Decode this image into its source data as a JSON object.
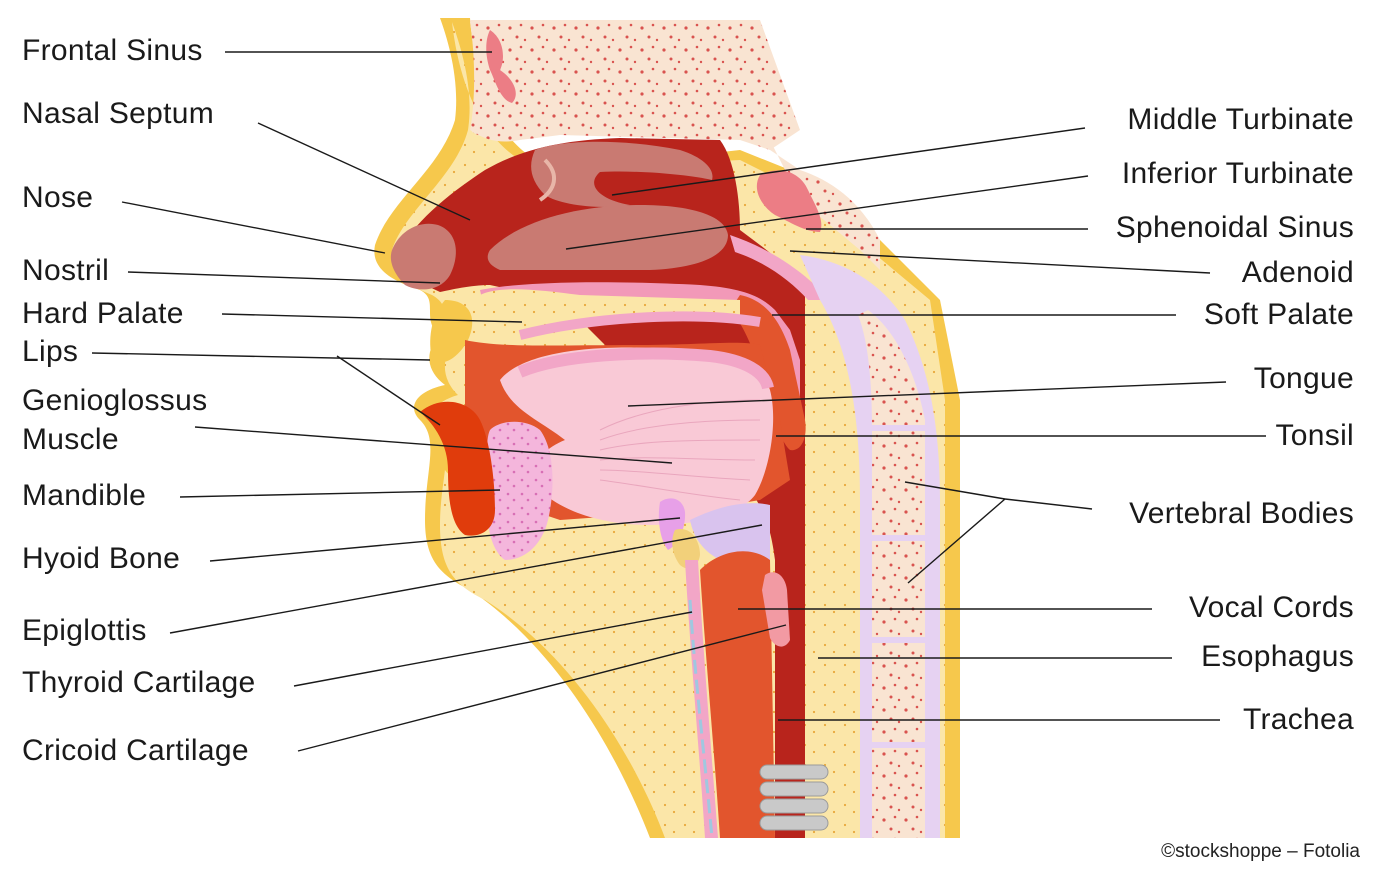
{
  "labels_left": {
    "frontal_sinus": "Frontal Sinus",
    "nasal_septum": "Nasal Septum",
    "nose": "Nose",
    "nostril": "Nostril",
    "hard_palate": "Hard Palate",
    "lips": "Lips",
    "genioglossus_1": "Genioglossus",
    "genioglossus_2": "Muscle",
    "mandible": "Mandible",
    "hyoid_bone": "Hyoid Bone",
    "epiglottis": "Epiglottis",
    "thyroid_cartilage": "Thyroid Cartilage",
    "cricoid_cartilage": "Cricoid Cartilage"
  },
  "labels_right": {
    "middle_turbinate": "Middle Turbinate",
    "inferior_turbinate": "Inferior Turbinate",
    "sphenoidal_sinus": "Sphenoidal Sinus",
    "adenoid": "Adenoid",
    "soft_palate": "Soft Palate",
    "tongue": "Tongue",
    "tonsil": "Tonsil",
    "vertebral_bodies": "Vertebral Bodies",
    "vocal_cords": "Vocal Cords",
    "esophagus": "Esophagus",
    "trachea": "Trachea"
  },
  "credit": "©stockshoppe – Fotolia",
  "colors": {
    "skin_yellow": "#f6c84c",
    "skin_fill": "#fbe6a8",
    "bone": "#f9e4d2",
    "bone_dots": "#d9534f",
    "dark_red": "#b8241c",
    "turbinate": "#c97a72",
    "pink": "#f2a6c7",
    "tongue": "#f9c9d6",
    "vertebra_lilac": "#e6d2f2",
    "orange_red": "#e2552d"
  }
}
